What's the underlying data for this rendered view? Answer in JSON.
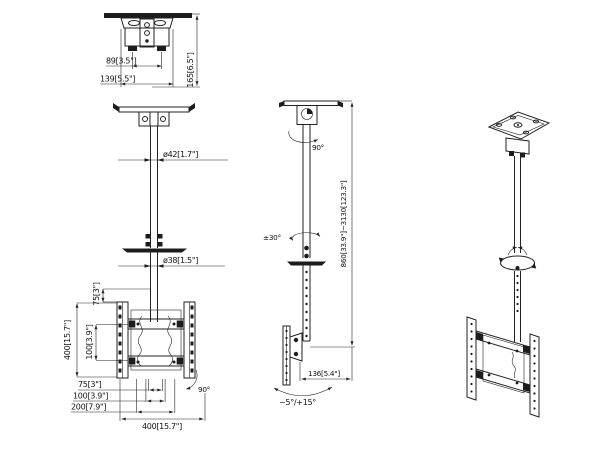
{
  "drawing": {
    "background": "#ffffff",
    "line_color": "#222222",
    "text_color": "#111111",
    "detail_view": {
      "dim_inner_width": "89[3.5\"]",
      "dim_outer_width": "139[5.5\"]",
      "dim_height": "165[6.5\"]"
    },
    "front_view": {
      "dia_upper_pole": "ø42[1.7\"]",
      "dia_lower_pole": "ø38[1.5\"]",
      "dim_top_offset": "75[3\"]",
      "dim_bracket_height": "400[15.7\"]",
      "dim_vesa_vertical": "100[3.9\"]",
      "dim_hole_offset": "75[3\"]",
      "dim_vesa_horizontal": "100[3.9\"]",
      "dim_mid_width": "200[7.9\"]",
      "dim_bracket_width": "400[15.7\"]",
      "angle_swivel": "90°"
    },
    "side_view": {
      "angle_pole_rotation": "90°",
      "angle_swivel_range": "±30°",
      "dim_height_range": "860[33.9\"]~3130[123.3\"]",
      "dim_depth": "136[5.4\"]",
      "angle_tilt_range": "−5°/+15°"
    }
  }
}
